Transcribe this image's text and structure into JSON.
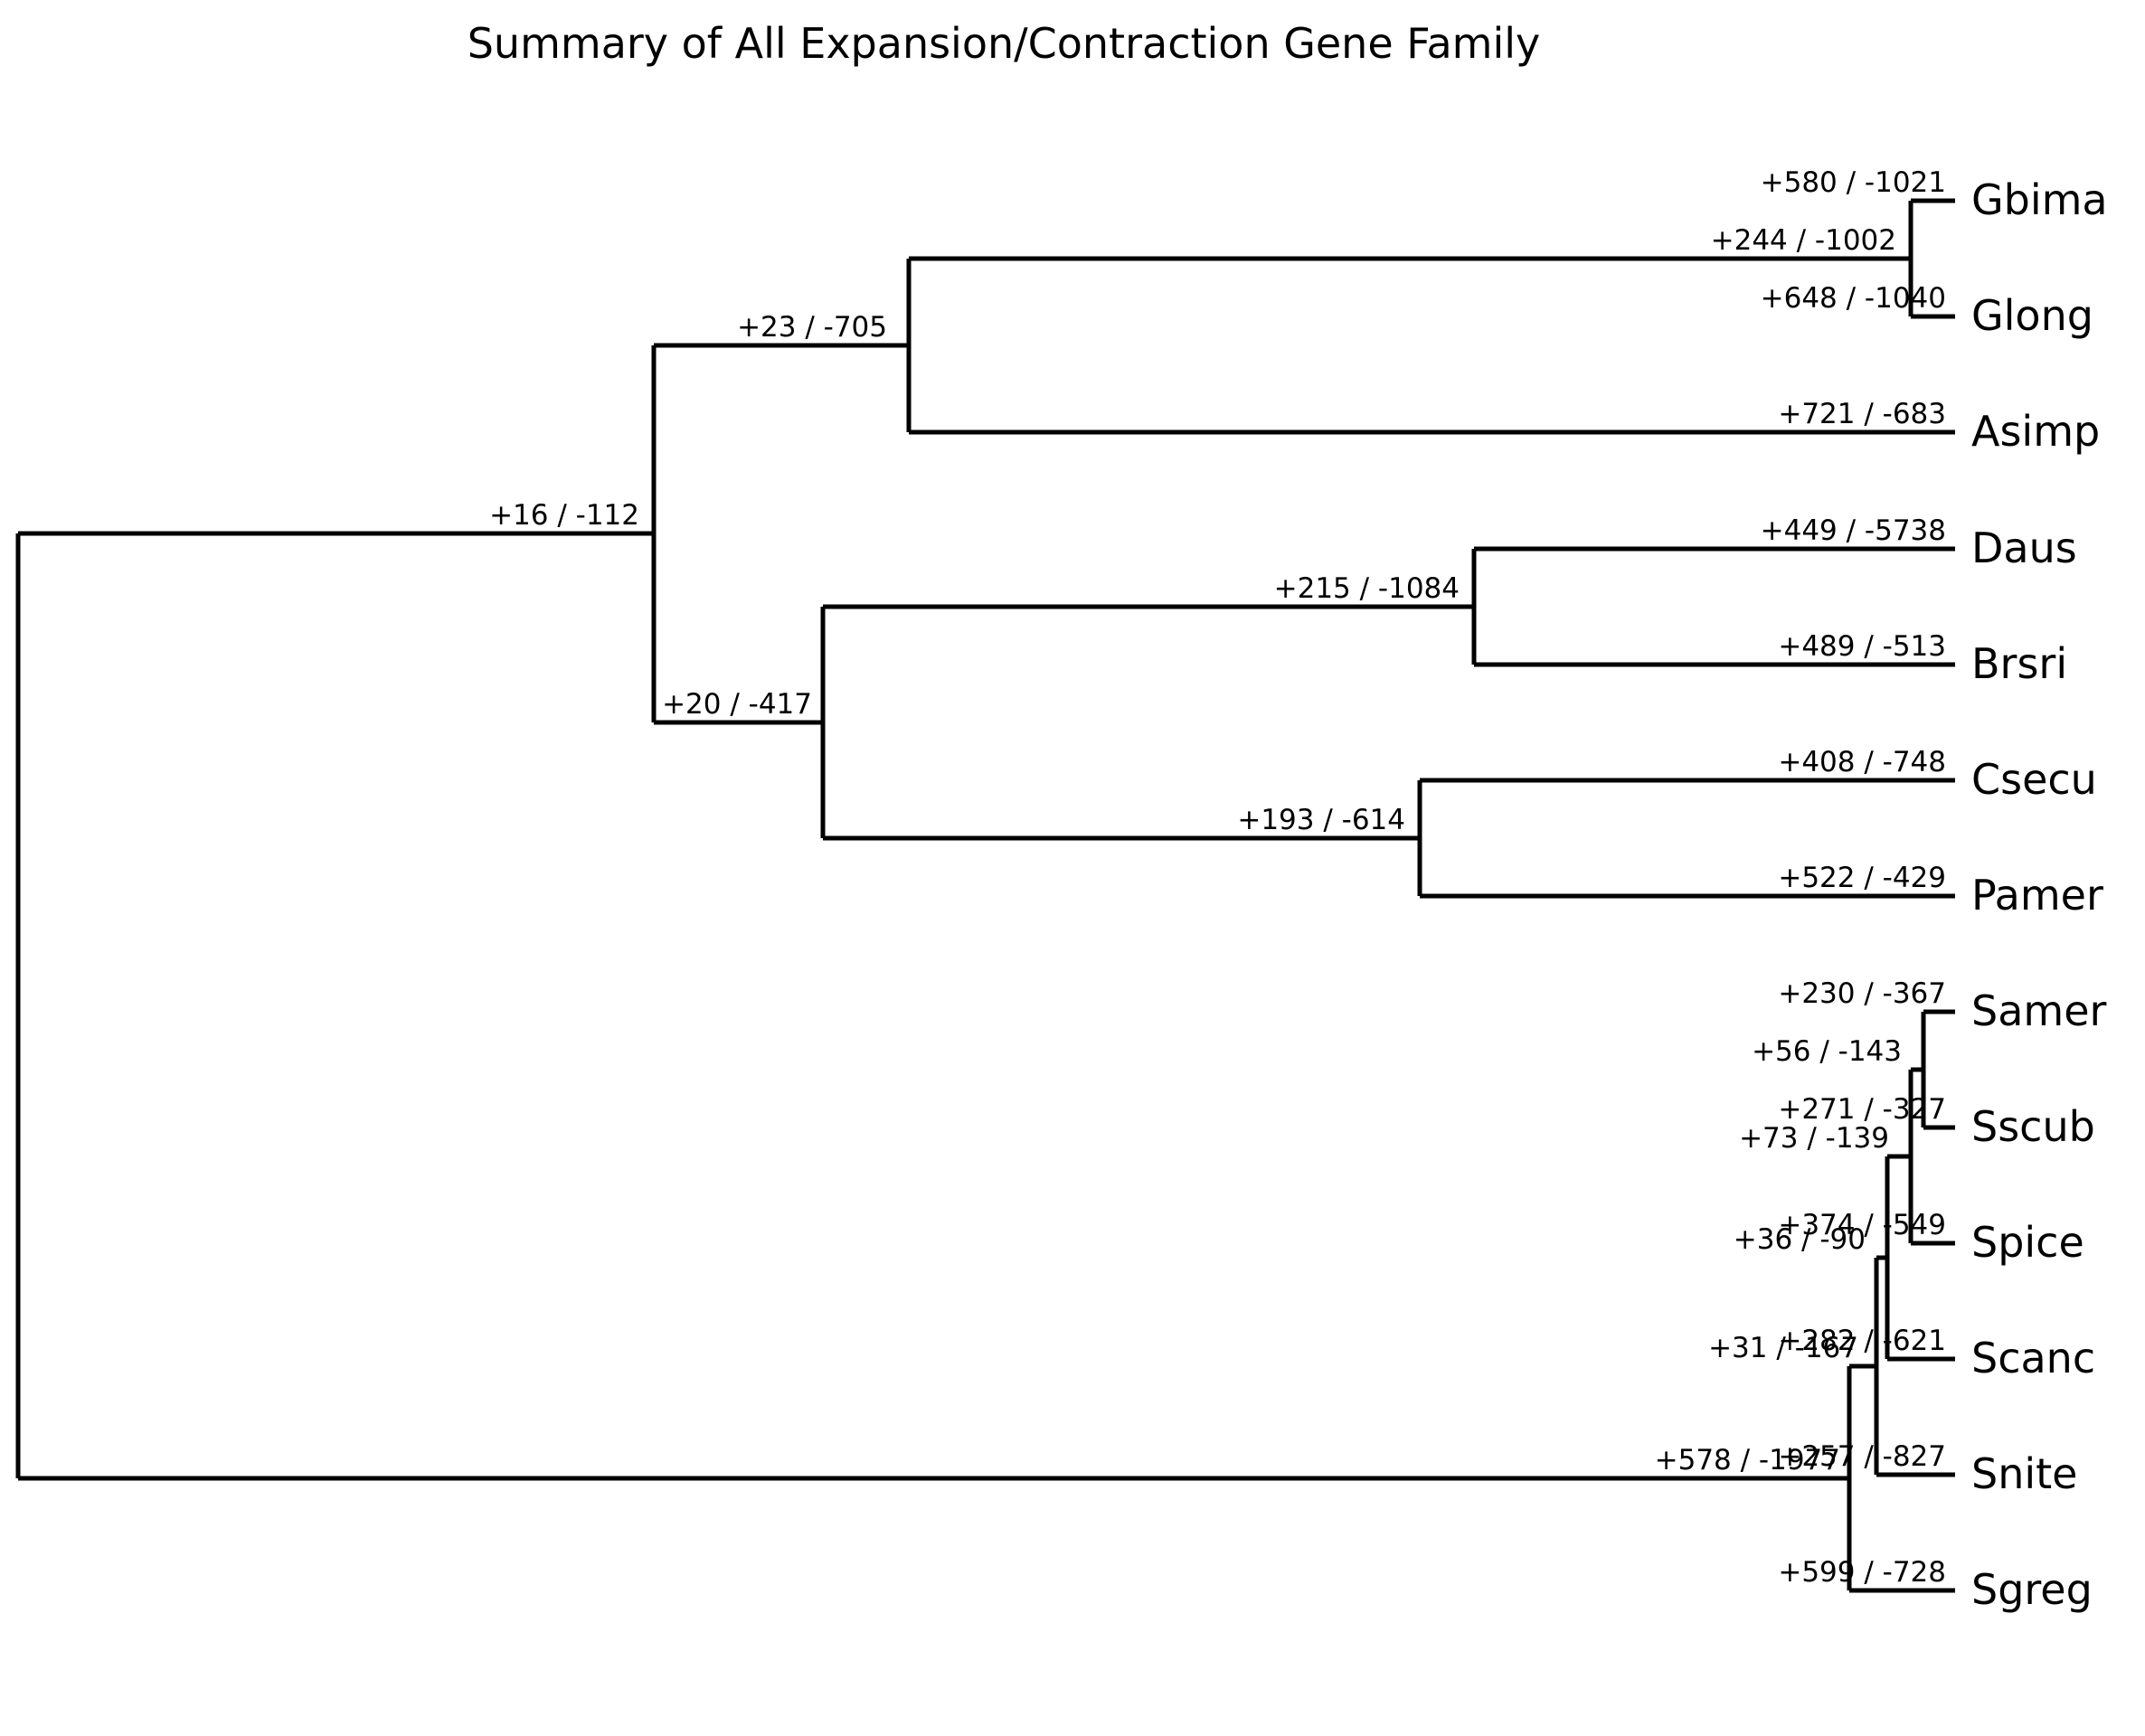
{
  "title": "Summary of All Expansion/Contraction Gene Family",
  "colors": {
    "line": "#000000",
    "text": "#000000",
    "background": "#ffffff"
  },
  "tree": {
    "topology_newick": "((((Gbima,Glong),Asimp),((Daus,Brsri),(Csecu,Pamer))),(((((Samer,Sscub),Spice),Scanc),Snite),Sgreg));",
    "tips": [
      {
        "name": "Gbima",
        "label": "+580 / -1021",
        "gain": 580,
        "loss": 1021
      },
      {
        "name": "Glong",
        "label": "+648 / -1040",
        "gain": 648,
        "loss": 1040
      },
      {
        "name": "Asimp",
        "label": "+721 / -683",
        "gain": 721,
        "loss": 683
      },
      {
        "name": "Daus",
        "label": "+449 / -5738",
        "gain": 449,
        "loss": 5738
      },
      {
        "name": "Brsri",
        "label": "+489 / -513",
        "gain": 489,
        "loss": 513
      },
      {
        "name": "Csecu",
        "label": "+408 / -748",
        "gain": 408,
        "loss": 748
      },
      {
        "name": "Pamer",
        "label": "+522 / -429",
        "gain": 522,
        "loss": 429
      },
      {
        "name": "Samer",
        "label": "+230 / -367",
        "gain": 230,
        "loss": 367
      },
      {
        "name": "Sscub",
        "label": "+271 / -327",
        "gain": 271,
        "loss": 327
      },
      {
        "name": "Spice",
        "label": "+374 / -549",
        "gain": 374,
        "loss": 549
      },
      {
        "name": "Scanc",
        "label": "+282 / -621",
        "gain": 282,
        "loss": 621
      },
      {
        "name": "Snite",
        "label": "+257 / -827",
        "gain": 257,
        "loss": 827
      },
      {
        "name": "Sgreg",
        "label": "+599 / -728",
        "gain": 599,
        "loss": 728
      }
    ],
    "internal_nodes": [
      {
        "clade": "(((Gbima,Glong),Asimp),((Daus,Brsri),(Csecu,Pamer)))",
        "label": "+16 / -112",
        "gain": 16,
        "loss": 112
      },
      {
        "clade": "((Gbima,Glong),Asimp)",
        "label": "+23 / -705",
        "gain": 23,
        "loss": 705
      },
      {
        "clade": "(Gbima,Glong)",
        "label": "+244 / -1002",
        "gain": 244,
        "loss": 1002
      },
      {
        "clade": "((Daus,Brsri),(Csecu,Pamer))",
        "label": "+20 / -417",
        "gain": 20,
        "loss": 417
      },
      {
        "clade": "(Daus,Brsri)",
        "label": "+215 / -1084",
        "gain": 215,
        "loss": 1084
      },
      {
        "clade": "(Csecu,Pamer)",
        "label": "+193 / -614",
        "gain": 193,
        "loss": 614
      },
      {
        "clade": "(((((Samer,Sscub),Spice),Scanc),Snite),Sgreg)",
        "label": "+578 / -1977",
        "gain": 578,
        "loss": 1977
      },
      {
        "clade": "((((Samer,Sscub),Spice),Scanc),Snite)",
        "label": "+31 / -167",
        "gain": 31,
        "loss": 167
      },
      {
        "clade": "(((Samer,Sscub),Spice),Scanc)",
        "label": "+36 / -90",
        "gain": 36,
        "loss": 90
      },
      {
        "clade": "((Samer,Sscub),Spice)",
        "label": "+73 / -139",
        "gain": 73,
        "loss": 139
      },
      {
        "clade": "(Samer,Sscub)",
        "label": "+56 / -143",
        "gain": 56,
        "loss": 143
      }
    ]
  }
}
